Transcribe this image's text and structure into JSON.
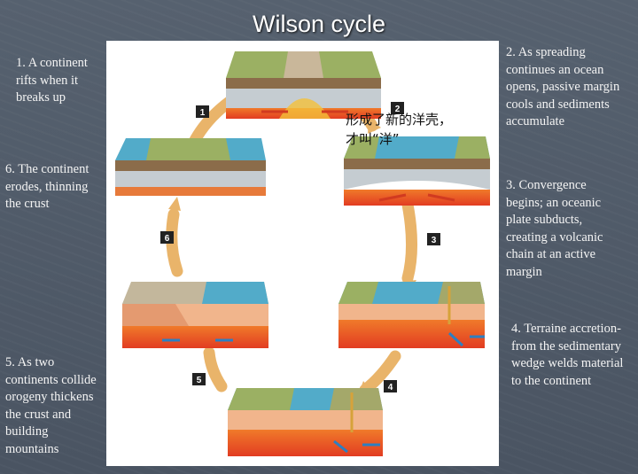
{
  "title": "Wilson cycle",
  "notes": {
    "n1": "1. A continent rifts when it breaks up",
    "n2": "2. As spreading continues an ocean opens, passive margin cools and sediments accumulate",
    "n3": "3. Convergence begins; an oceanic plate subducts, creating a volcanic chain at an active margin",
    "n4": "4. Terraine accretion-from the sedimentary wedge welds material to the continent",
    "n5": "5. As two continents collide orogeny thickens the crust and building mountains",
    "n6": "6. The continent erodes, thinning the crust"
  },
  "stage_numbers": [
    "1",
    "2",
    "3",
    "4",
    "5",
    "6"
  ],
  "chinese_note": {
    "line1": "形成了新的洋壳，",
    "line2": "才叫“洋”"
  },
  "colors": {
    "arrow": "#e9b46a",
    "ocean": "#4aa6c8",
    "land": "#8ea35a",
    "mantle": "#e8542a",
    "crust": "#b9c3c9"
  }
}
